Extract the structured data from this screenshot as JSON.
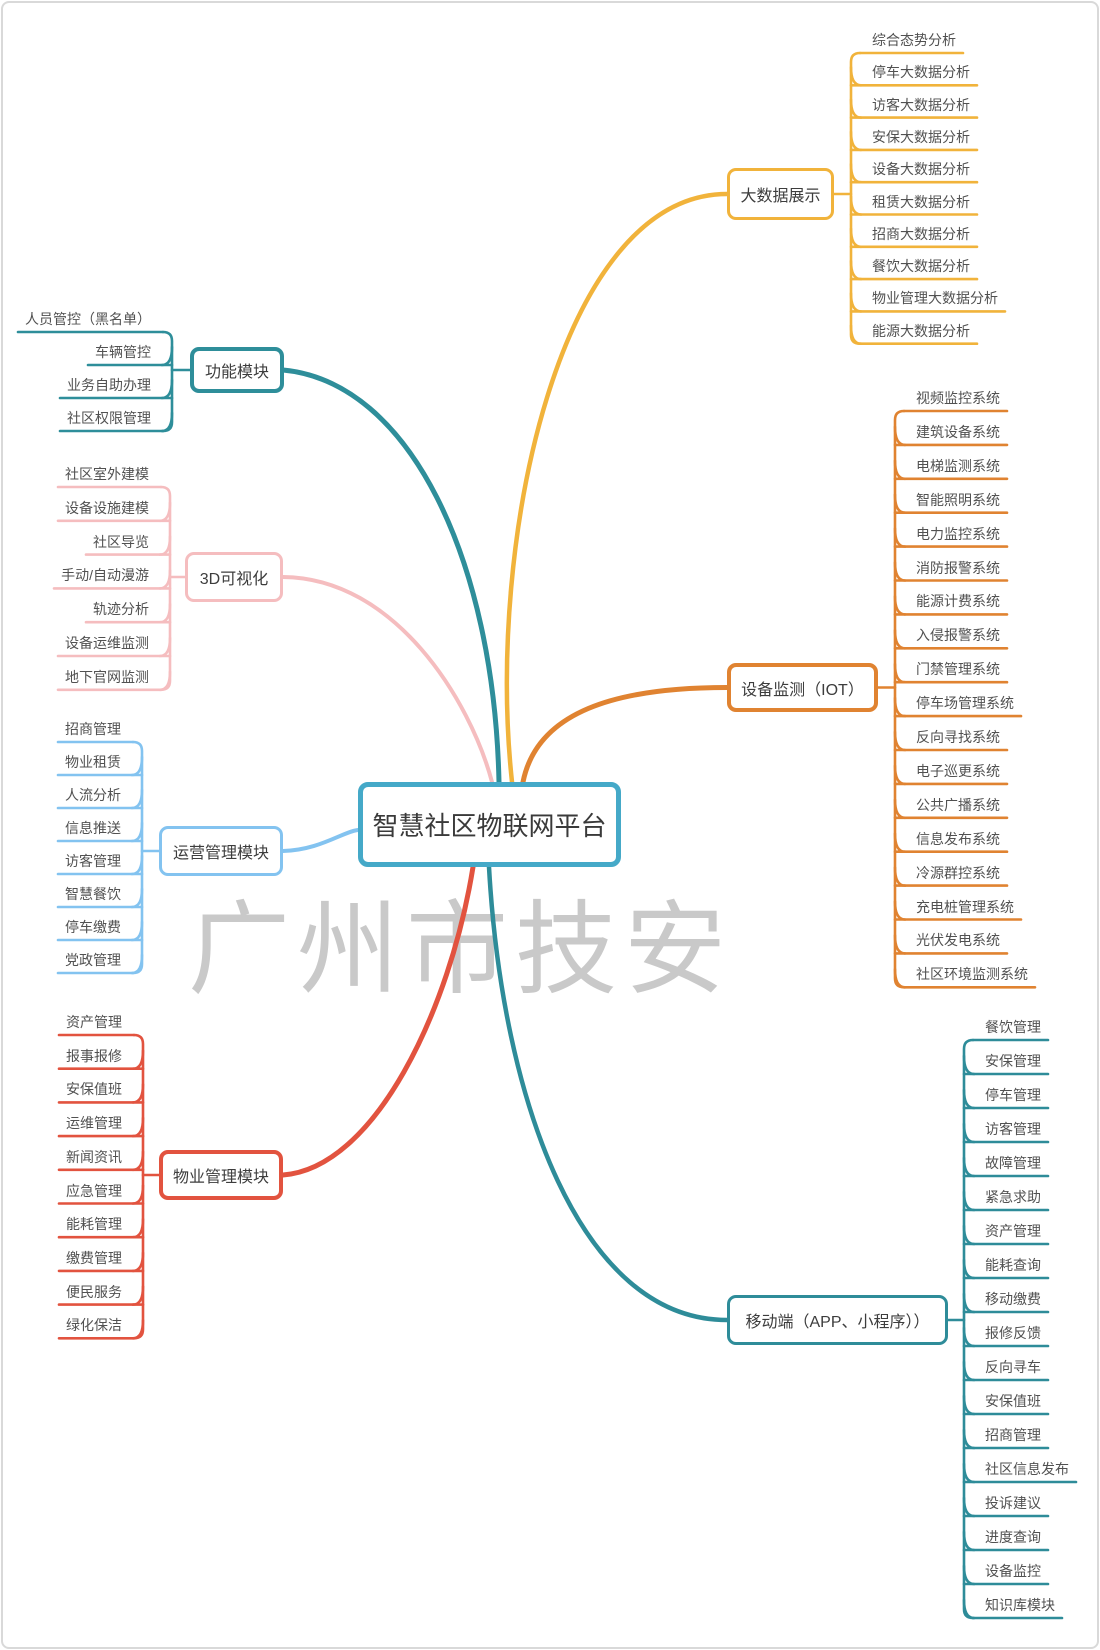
{
  "page": {
    "title_root": "智慧社区物联网平台",
    "watermark": "广州市技安"
  },
  "colors": {
    "root_border": "#45a9c8",
    "title_text": "#3a3a3a",
    "branch_text": "#3d3d3d",
    "leaf_text": "#515151",
    "watermark": "#c9c9c9"
  },
  "branches": [
    {
      "id": "bigdata",
      "label": "大数据展示",
      "color": "#f1b33b",
      "children": [
        "综合态势分析",
        "停车大数据分析",
        "访客大数据分析",
        "安保大数据分析",
        "设备大数据分析",
        "租赁大数据分析",
        "招商大数据分析",
        "餐饮大数据分析",
        "物业管理大数据分析",
        "能源大数据分析"
      ]
    },
    {
      "id": "func",
      "label": "功能模块",
      "color": "#2e8e9a",
      "children": [
        "人员管控（黑名单）",
        "车辆管控",
        "业务自助办理",
        "社区权限管理"
      ]
    },
    {
      "id": "viz3d",
      "label": "3D可视化",
      "color": "#f5bdbf",
      "children": [
        "社区室外建模",
        "设备设施建模",
        "社区导览",
        "手动/自动漫游",
        "轨迹分析",
        "设备运维监测",
        "地下官网监测"
      ]
    },
    {
      "id": "iot",
      "label": "设备监测（IOT）",
      "color": "#e08331",
      "children": [
        "视频监控系统",
        "建筑设备系统",
        "电梯监测系统",
        "智能照明系统",
        "电力监控系统",
        "消防报警系统",
        "能源计费系统",
        "入侵报警系统",
        "门禁管理系统",
        "停车场管理系统",
        "反向寻找系统",
        "电子巡更系统",
        "公共广播系统",
        "信息发布系统",
        "冷源群控系统",
        "充电桩管理系统",
        "光伏发电系统",
        "社区环境监测系统"
      ]
    },
    {
      "id": "ops",
      "label": "运营管理模块",
      "color": "#83c3f0",
      "children": [
        "招商管理",
        "物业租赁",
        "人流分析",
        "信息推送",
        "访客管理",
        "智慧餐饮",
        "停车缴费",
        "党政管理"
      ]
    },
    {
      "id": "property",
      "label": "物业管理模块",
      "color": "#e2533f",
      "children": [
        "资产管理",
        "报事报修",
        "安保值班",
        "运维管理",
        "新闻资讯",
        "应急管理",
        "能耗管理",
        "缴费管理",
        "便民服务",
        "绿化保洁"
      ]
    },
    {
      "id": "mobile",
      "label": "移动端（APP、小程序））",
      "color": "#2e8c99",
      "children": [
        "餐饮管理",
        "安保管理",
        "停车管理",
        "访客管理",
        "故障管理",
        "紧急求助",
        "资产管理",
        "能耗查询",
        "移动缴费",
        "报修反馈",
        "反向寻车",
        "安保值班",
        "招商管理",
        "社区信息发布",
        "投诉建议",
        "进度查询",
        "设备监控",
        "知识库模块"
      ]
    }
  ]
}
